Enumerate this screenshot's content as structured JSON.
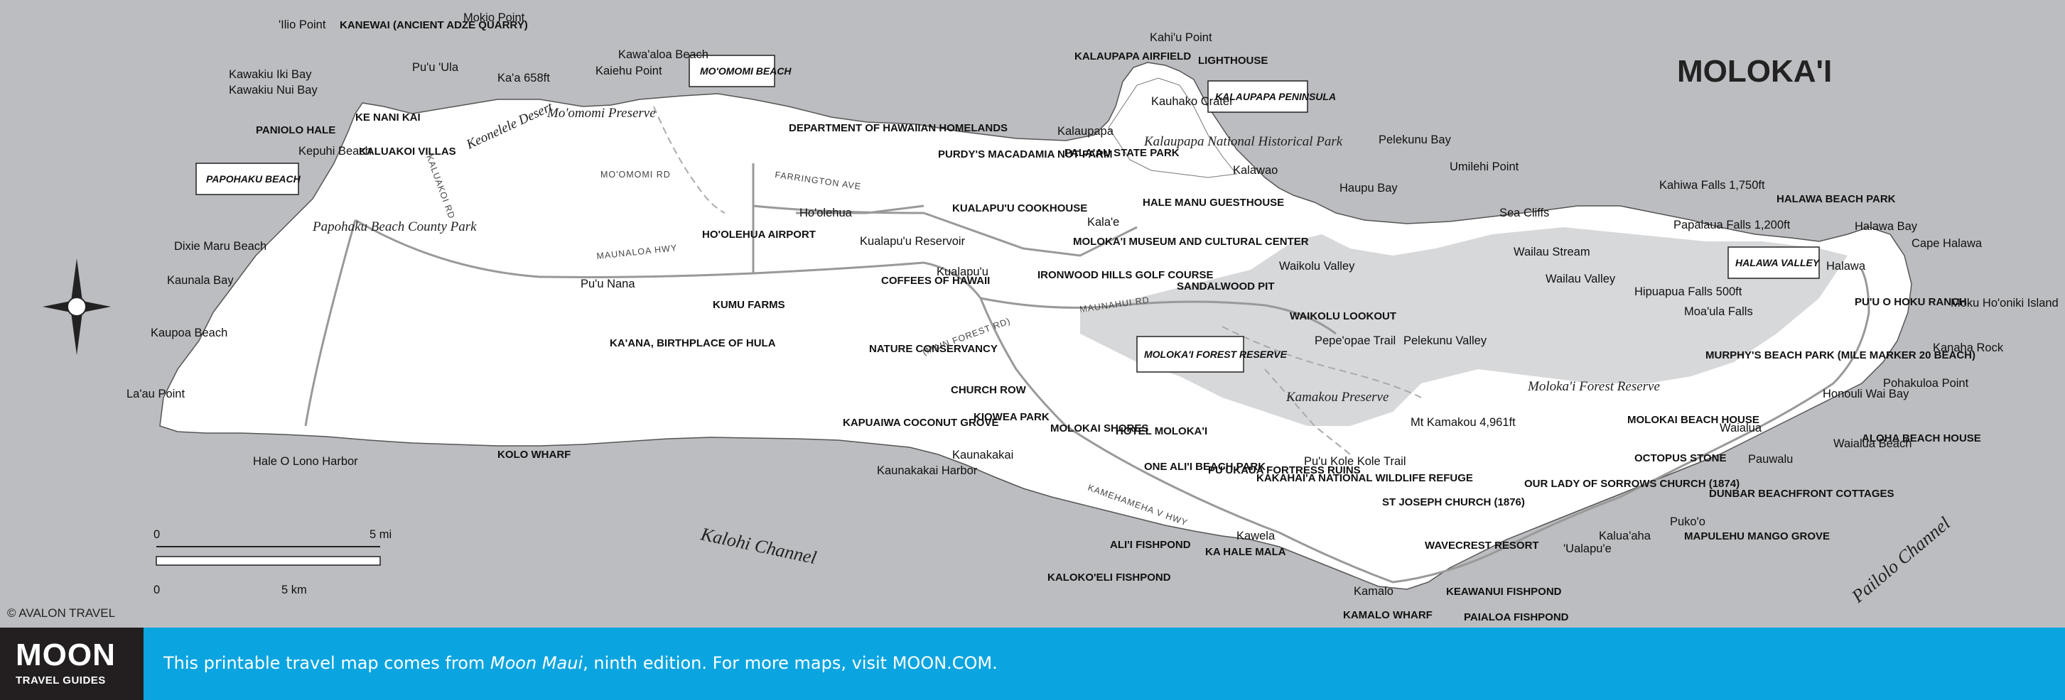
{
  "map": {
    "title": "MOLOKA'I",
    "water_labels": [
      "Kalohi Channel",
      "Pailolo Channel"
    ],
    "regions": [
      "Kalaupapa National Historical Park",
      "Mo'omomi Preserve",
      "Keonelele Desert",
      "Papohaku Beach County Park",
      "Kamakou Preserve",
      "Moloka'i Forest Reserve"
    ],
    "box_labels": [
      "MO'OMOMI BEACH",
      "PAPOHAKU BEACH",
      "KALAUPAPA PENINSULA",
      "HALAWA VALLEY",
      "MOLOKA'I FOREST RESERVE"
    ],
    "places": [
      "'Ilio Point",
      "KANEWAI (ANCIENT ADZE QUARRY)",
      "Mokio Point",
      "Pu'u 'Ula",
      "Ka'a 658ft",
      "Kawakiu Iki Bay",
      "Kawakiu Nui Bay",
      "KE NANI KAI",
      "PANIOLO HALE",
      "Kepuhi Beach",
      "KALUAKOI VILLAS",
      "Kaiehu Point",
      "Kawa'aloa Beach",
      "DEPARTMENT OF HAWAIIAN HOMELANDS",
      "PURDY'S MACADAMIA NUT FARM",
      "Ho'olehua",
      "HO'OLEHUA AIRPORT",
      "Kualapu'u Reservoir",
      "COFFEES OF HAWAII",
      "KUALAPU'U COOKHOUSE",
      "Kualapu'u",
      "PALA'AU STATE PARK",
      "HALE MANU GUESTHOUSE",
      "Kala'e",
      "MOLOKA'I MUSEUM AND CULTURAL CENTER",
      "IRONWOOD HILLS GOLF COURSE",
      "SANDALWOOD PIT",
      "WAIKOLU LOOKOUT",
      "Waikolu Valley",
      "KALAUPAPA AIRFIELD",
      "LIGHTHOUSE",
      "Kahi'u Point",
      "Kauhako Crater",
      "Kalaupapa",
      "Kalawao",
      "Haupu Bay",
      "Pelekunu Bay",
      "Umilehi Point",
      "Sea Cliffs",
      "Pelekunu Valley",
      "Wailau Stream",
      "Wailau Valley",
      "Kahiwa Falls 1,750ft",
      "Papalaua Falls 1,200ft",
      "Hipuapua Falls 500ft",
      "Moa'ula Falls",
      "HALAWA BEACH PARK",
      "Halawa Bay",
      "Halawa",
      "Cape Halawa",
      "PU'U O HOKU RANCH",
      "Moku Ho'oniki Island",
      "Kanaha Rock",
      "Dixie Maru Beach",
      "Kaunala Bay",
      "Kaupoa Beach",
      "La'au Point",
      "Pu'u Nana",
      "KA'ANA, BIRTHPLACE OF HULA",
      "KUMU FARMS",
      "NATURE CONSERVANCY",
      "CHURCH ROW",
      "KIOWEA PARK",
      "KAPUAIWA COCONUT GROVE",
      "Kaunakakai",
      "Kaunakakai Harbor",
      "MOLOKAI SHORES",
      "HOTEL MOLOKA'I",
      "ONE ALI'I BEACH PARK",
      "ALI'I FISHPOND",
      "KALOKO'ELI FISHPOND",
      "PU'UKAUA FORTRESS RUINS",
      "KAKAHAI'A NATIONAL WILDLIFE REFUGE",
      "Kawela",
      "KA HALE MALA",
      "Pu'u Kole Kole Trail",
      "Pepe'opae Trail",
      "Mt Kamakou 4,961ft",
      "ST JOSEPH CHURCH (1876)",
      "Kamalo",
      "KAMALO WHARF",
      "PAIALOA FISHPOND",
      "WAVECREST RESORT",
      "KEAWANUI FISHPOND",
      "OUR LADY OF SORROWS CHURCH (1874)",
      "'Ualapu'e",
      "Kalua'aha",
      "MAPULEHU MANGO GROVE",
      "Puko'o",
      "OCTOPUS STONE",
      "DUNBAR BEACHFRONT COTTAGES",
      "MOLOKAI BEACH HOUSE",
      "Waialua",
      "Pauwalu",
      "Waialua Beach",
      "ALOHA BEACH HOUSE",
      "MURPHY'S BEACH PARK (MILE MARKER 20 BEACH)",
      "Honouli Wai Bay",
      "Pohakuloa Point",
      "Hale O Lono Harbor",
      "KOLO WHARF"
    ],
    "roads": [
      "KALUAKOI RD",
      "MAUNALOA HWY",
      "FARRINGTON AVE",
      "MO'OMOMI RD",
      "MAUNAHUI RD",
      "(MAIN FOREST RD)",
      "KAMEHAMEHA V HWY"
    ],
    "scale": {
      "miles_zero": "0",
      "miles_label": "5 mi",
      "km_zero": "0",
      "km_label": "5 km"
    },
    "copyright": "© AVALON TRAVEL"
  },
  "footer": {
    "brand_name": "MOON",
    "brand_sub": "TRAVEL GUIDES",
    "text_prefix": "This printable travel map comes from ",
    "book_title": "Moon Maui",
    "text_suffix": ", ninth edition. For more maps, visit MOON.COM."
  },
  "colors": {
    "sea": "#bcbdc0",
    "land": "#ffffff",
    "forest": "#d7d8da",
    "footer": "#0aa5e0",
    "brand": "#231f20"
  }
}
